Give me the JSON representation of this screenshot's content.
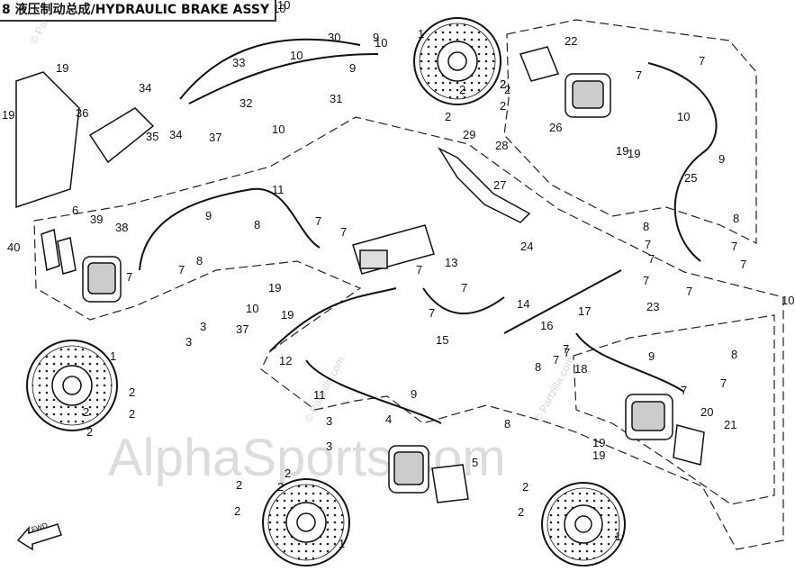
{
  "title": "8 液压制动总成/HYDRAULIC BRAKE ASSY",
  "copyright": "© Partzilla.com",
  "watermarks": {
    "main": "AlphaSports.com",
    "small": "© Partzilla.com"
  },
  "fwd_label": "FWD",
  "callouts": [
    {
      "id": "c1a",
      "text": "1"
    },
    {
      "id": "c1b",
      "text": "1"
    },
    {
      "id": "c1c",
      "text": "1"
    },
    {
      "id": "c1d",
      "text": "1"
    },
    {
      "id": "c2a",
      "text": "2"
    },
    {
      "id": "c2b",
      "text": "2"
    },
    {
      "id": "c2c",
      "text": "2"
    },
    {
      "id": "c2d",
      "text": "2"
    },
    {
      "id": "c2e",
      "text": "2"
    },
    {
      "id": "c2f",
      "text": "2"
    },
    {
      "id": "c2g",
      "text": "2"
    },
    {
      "id": "c2h",
      "text": "2"
    },
    {
      "id": "c2i",
      "text": "2"
    },
    {
      "id": "c2j",
      "text": "2"
    },
    {
      "id": "c2k",
      "text": "2"
    },
    {
      "id": "c2l",
      "text": "2"
    },
    {
      "id": "c2m",
      "text": "2"
    },
    {
      "id": "c2n",
      "text": "2"
    },
    {
      "id": "c2o",
      "text": "2"
    },
    {
      "id": "c2p",
      "text": "2"
    },
    {
      "id": "c3a",
      "text": "3"
    },
    {
      "id": "c3b",
      "text": "3"
    },
    {
      "id": "c3c",
      "text": "3"
    },
    {
      "id": "c3d",
      "text": "3"
    },
    {
      "id": "c4",
      "text": "4"
    },
    {
      "id": "c5",
      "text": "5"
    },
    {
      "id": "c6",
      "text": "6"
    },
    {
      "id": "c7a",
      "text": "7"
    },
    {
      "id": "c7b",
      "text": "7"
    },
    {
      "id": "c7c",
      "text": "7"
    },
    {
      "id": "c7d",
      "text": "7"
    },
    {
      "id": "c7e",
      "text": "7"
    },
    {
      "id": "c7f",
      "text": "7"
    },
    {
      "id": "c7g",
      "text": "7"
    },
    {
      "id": "c7h",
      "text": "7"
    },
    {
      "id": "c7i",
      "text": "7"
    },
    {
      "id": "c7j",
      "text": "7"
    },
    {
      "id": "c7k",
      "text": "7"
    },
    {
      "id": "c7l",
      "text": "7"
    },
    {
      "id": "c7m",
      "text": "7"
    },
    {
      "id": "c7n",
      "text": "7"
    },
    {
      "id": "c7o",
      "text": "7"
    },
    {
      "id": "c7p",
      "text": "7"
    },
    {
      "id": "c7q",
      "text": "7"
    },
    {
      "id": "c7r",
      "text": "7"
    },
    {
      "id": "c7s",
      "text": "7"
    },
    {
      "id": "c7t",
      "text": "7"
    },
    {
      "id": "c8a",
      "text": "8"
    },
    {
      "id": "c8b",
      "text": "8"
    },
    {
      "id": "c8c",
      "text": "8"
    },
    {
      "id": "c8d",
      "text": "8"
    },
    {
      "id": "c8e",
      "text": "8"
    },
    {
      "id": "c8f",
      "text": "8"
    },
    {
      "id": "c8g",
      "text": "8"
    },
    {
      "id": "c9a",
      "text": "9"
    },
    {
      "id": "c9b",
      "text": "9"
    },
    {
      "id": "c9c",
      "text": "9"
    },
    {
      "id": "c9d",
      "text": "9"
    },
    {
      "id": "c9e",
      "text": "9"
    },
    {
      "id": "c9f",
      "text": "9"
    },
    {
      "id": "c10a",
      "text": "10"
    },
    {
      "id": "c10b",
      "text": "10"
    },
    {
      "id": "c10c",
      "text": "10"
    },
    {
      "id": "c10d",
      "text": "10"
    },
    {
      "id": "c10e",
      "text": "10"
    },
    {
      "id": "c10f",
      "text": "10"
    },
    {
      "id": "c10g",
      "text": "10"
    },
    {
      "id": "c10h",
      "text": "10"
    },
    {
      "id": "c11a",
      "text": "11"
    },
    {
      "id": "c11b",
      "text": "11"
    },
    {
      "id": "c12",
      "text": "12"
    },
    {
      "id": "c13",
      "text": "13"
    },
    {
      "id": "c14",
      "text": "14"
    },
    {
      "id": "c15",
      "text": "15"
    },
    {
      "id": "c16",
      "text": "16"
    },
    {
      "id": "c17",
      "text": "17"
    },
    {
      "id": "c18",
      "text": "18"
    },
    {
      "id": "c19a",
      "text": "19"
    },
    {
      "id": "c19b",
      "text": "19"
    },
    {
      "id": "c19c",
      "text": "19"
    },
    {
      "id": "c19d",
      "text": "19"
    },
    {
      "id": "c19e",
      "text": "19"
    },
    {
      "id": "c19f",
      "text": "19"
    },
    {
      "id": "c19g",
      "text": "19"
    },
    {
      "id": "c19h",
      "text": "19"
    },
    {
      "id": "c20",
      "text": "20"
    },
    {
      "id": "c21",
      "text": "21"
    },
    {
      "id": "c22",
      "text": "22"
    },
    {
      "id": "c23",
      "text": "23"
    },
    {
      "id": "c24",
      "text": "24"
    },
    {
      "id": "c25",
      "text": "25"
    },
    {
      "id": "c26",
      "text": "26"
    },
    {
      "id": "c27",
      "text": "27"
    },
    {
      "id": "c28",
      "text": "28"
    },
    {
      "id": "c29",
      "text": "29"
    },
    {
      "id": "c30",
      "text": "30"
    },
    {
      "id": "c31",
      "text": "31"
    },
    {
      "id": "c32",
      "text": "32"
    },
    {
      "id": "c33",
      "text": "33"
    },
    {
      "id": "c34a",
      "text": "34"
    },
    {
      "id": "c34b",
      "text": "34"
    },
    {
      "id": "c35",
      "text": "35"
    },
    {
      "id": "c36",
      "text": "36"
    },
    {
      "id": "c37a",
      "text": "37"
    },
    {
      "id": "c37b",
      "text": "37"
    },
    {
      "id": "c38",
      "text": "38"
    },
    {
      "id": "c39",
      "text": "39"
    },
    {
      "id": "c40",
      "text": "40"
    }
  ],
  "colors": {
    "line": "#1a1a1a",
    "watermark": "#d6d6d6",
    "background": "#ffffff"
  }
}
